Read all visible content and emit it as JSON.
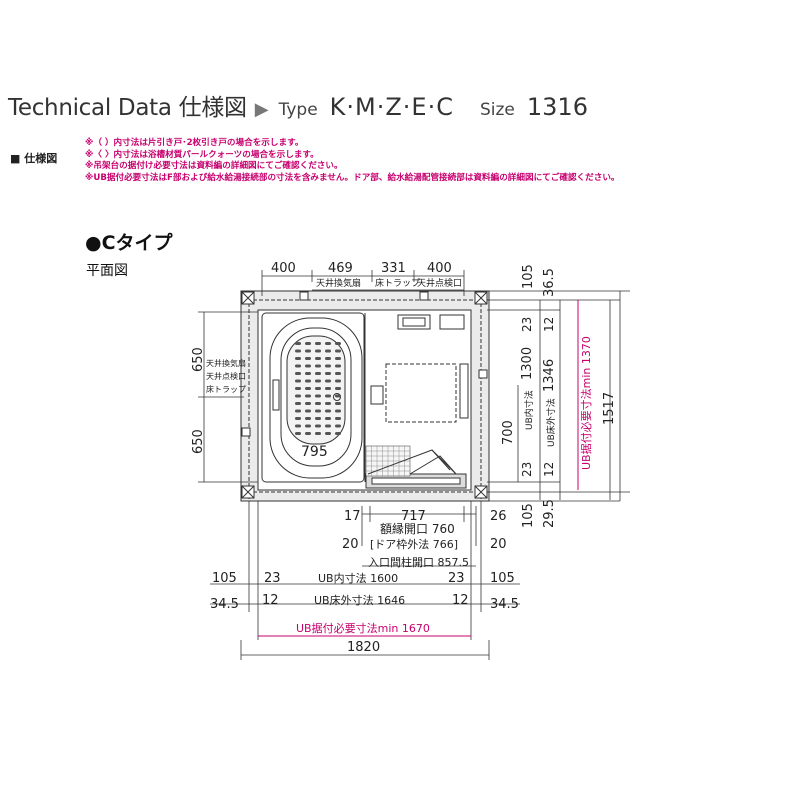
{
  "header": {
    "title": "Technical Data 仕様図",
    "arrow": "▶",
    "type_label": "Type",
    "type_value": "K·M·Z·E·C",
    "size_label": "Size",
    "size_value": "1316"
  },
  "spec_label": "■ 仕様図",
  "notes": [
    "※（ ）内寸法は片引き戸･2枚引き戸の場合を示します。",
    "※〈 〉内寸法は浴槽材質パールクォーツの場合を示します。",
    "※吊架台の据付け必要寸法は資料編の詳細図にてご確認ください。",
    "※UB据付必要寸法はF部および給水給湯接続部の寸法を含みません。ドア部、給水給湯配管接続部は資料編の詳細図にてご確認ください。"
  ],
  "section_title": "●Cタイプ",
  "subtitle": "平面図",
  "dims": {
    "top_400a": "400",
    "top_469": "469",
    "top_331": "331",
    "top_400b": "400",
    "top_105": "105",
    "top_36_5": "36.5",
    "lbl_tenjou_kanki": "天井換気扇",
    "lbl_yuka_trap": "床トラップ",
    "lbl_tenjou_tenken": "天井点検口",
    "left_650a": "650",
    "left_650b": "650",
    "left_lbl_1": "天井換気扇",
    "left_lbl_2": "天井点検口",
    "left_lbl_3": "床トラップ",
    "tub_795": "795",
    "r_23a": "23",
    "r_12a": "12",
    "r_1300": "1300",
    "r_1346": "1346",
    "r_700": "700",
    "r_23b": "23",
    "r_12b": "12",
    "r_105": "105",
    "r_29_5": "29.5",
    "r_ub_inner": "UB内寸法",
    "r_ub_floor": "UB床外寸法",
    "r_ub_req": "UB据付必要寸法min 1370",
    "r_1517": "1517",
    "b_17": "17",
    "b_717": "717",
    "b_26": "26",
    "b_gakubuchi": "額縁開口 760",
    "b_door_frame": "[ドア枠外法 766]",
    "b_20a": "20",
    "b_20b": "20",
    "b_entrance": "入口間柱開口 857.5",
    "b_105a": "105",
    "b_23a": "23",
    "b_ub_inner": "UB内寸法 1600",
    "b_23b": "23",
    "b_105b": "105",
    "b_34_5a": "34.5",
    "b_12a": "12",
    "b_ub_floor": "UB床外寸法 1646",
    "b_12b": "12",
    "b_34_5b": "34.5",
    "b_ub_req": "UB据付必要寸法min 1670",
    "b_1820": "1820"
  },
  "colors": {
    "magenta": "#c7006e",
    "line": "#333333",
    "wall_fill": "#e9e9e9"
  }
}
